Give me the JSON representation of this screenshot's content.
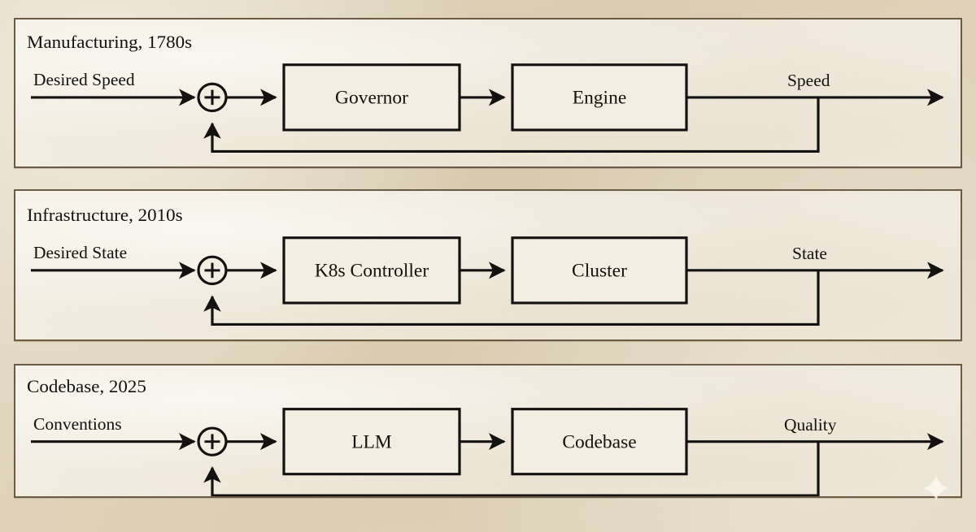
{
  "figure": {
    "kind": "control-loop-block-diagram",
    "background_color": "#dfd3bb",
    "panel_fill": "#f3ece0",
    "panel_border_color": "#6b5b45",
    "ink_color": "#141210",
    "panel_count": 3
  },
  "watermark": {
    "icon": "four-point-sparkle-icon",
    "color": "#fdf8ee"
  },
  "panels": [
    {
      "id": "manufacturing",
      "title": "Manufacturing, 1780s",
      "input_label": "Desired Speed",
      "summing_junction": "+",
      "controller": "Governor",
      "plant": "Engine",
      "output_label": "Speed",
      "feedback": "feedback-loop"
    },
    {
      "id": "infrastructure",
      "title": "Infrastructure, 2010s",
      "input_label": "Desired State",
      "summing_junction": "+",
      "controller": "K8s Controller",
      "plant": "Cluster",
      "output_label": "State",
      "feedback": "feedback-loop"
    },
    {
      "id": "codebase",
      "title": "Codebase, 2025",
      "input_label": "Conventions",
      "summing_junction": "+",
      "controller": "LLM",
      "plant": "Codebase",
      "output_label": "Quality",
      "feedback": "feedback-loop"
    }
  ]
}
